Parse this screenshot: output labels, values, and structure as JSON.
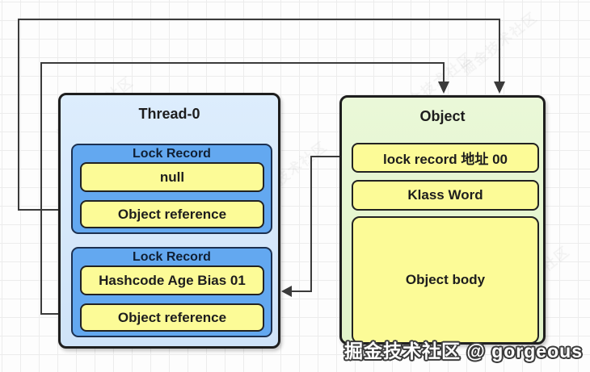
{
  "thread_box": {
    "title": "Thread-0",
    "lock_records": [
      {
        "title": "Lock Record",
        "fields": [
          "null",
          "Object reference"
        ]
      },
      {
        "title": "Lock Record",
        "fields": [
          "Hashcode Age Bias 01",
          "Object reference"
        ]
      }
    ]
  },
  "object_box": {
    "title": "Object",
    "fields": [
      "lock record 地址 00",
      "Klass Word",
      "Object body"
    ]
  },
  "watermark": "掘金技术社区 @ gorgeous",
  "background_watermark": "掘金技术社区",
  "colors": {
    "thread_box_fill": "#d5e7f9",
    "lock_record_fill": "#63a8f0",
    "cell_fill": "#fcfb97",
    "object_box_fill": "#e6f5cf",
    "border": "#1e1e1e",
    "arrow": "#3a3a3a"
  }
}
